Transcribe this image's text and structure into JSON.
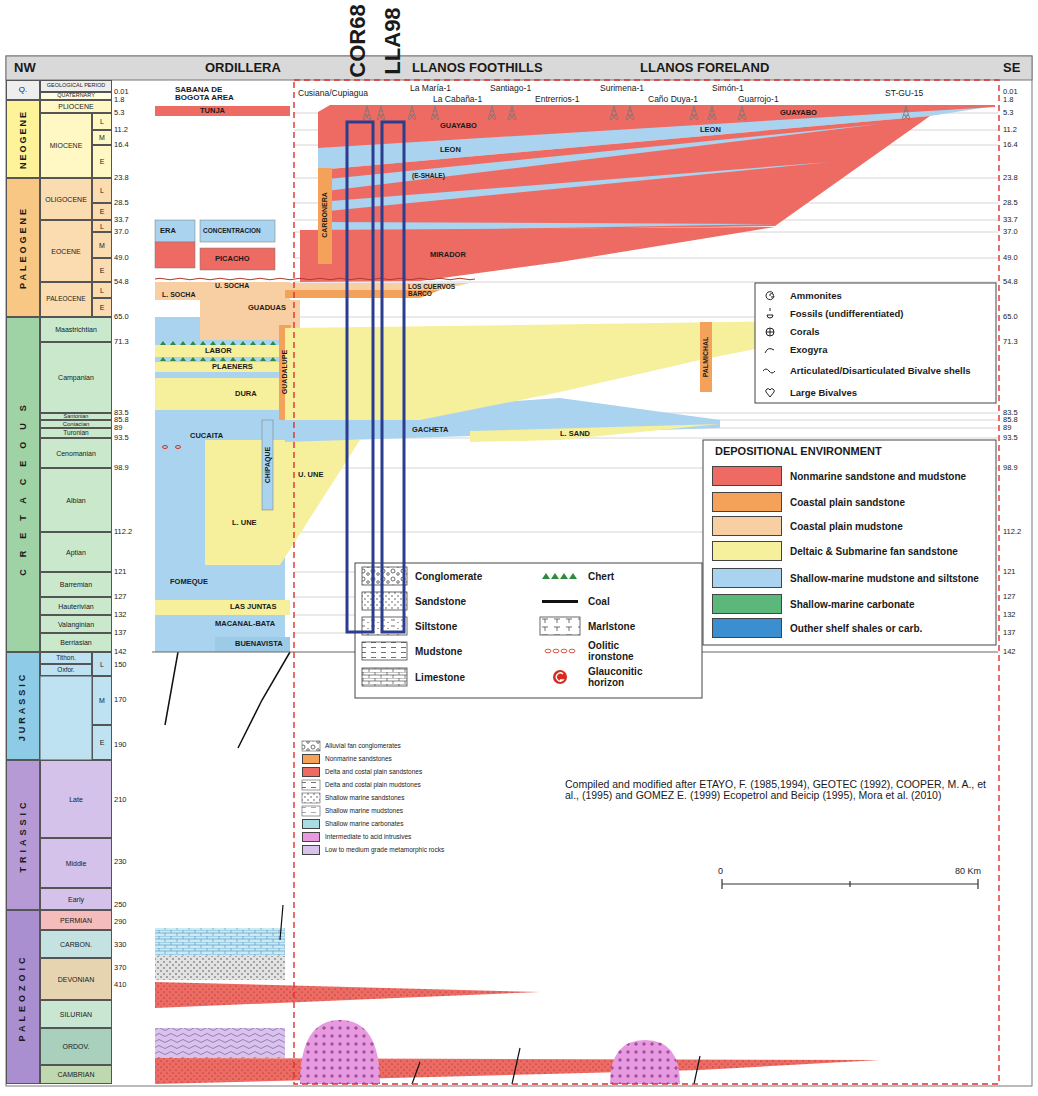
{
  "diagram": {
    "nodes": [
      {
        "text": [
          "Q."
        ]
      },
      {
        "text": [
          "GEOLOGICAL PERIOD"
        ]
      },
      {
        "text": [
          "QUATERNARY"
        ]
      },
      {
        "text": [
          "NEOGENE"
        ]
      },
      {
        "text": [
          "PLIOCENE"
        ]
      },
      {
        "text": [
          "MIOCENE"
        ]
      },
      {
        "text": [
          "L"
        ]
      },
      {
        "text": [
          "M"
        ]
      },
      {
        "text": [
          "E"
        ]
      },
      {
        "text": [
          "PALEOGENE"
        ]
      },
      {
        "text": [
          "OLIGOCENE"
        ]
      },
      {
        "text": [
          "L"
        ]
      },
      {
        "text": [
          "E"
        ]
      },
      {
        "text": [
          "EOCENE"
        ]
      },
      {
        "text": [
          "L"
        ]
      },
      {
        "text": [
          "M"
        ]
      },
      {
        "text": [
          "E"
        ]
      },
      {
        "text": [
          "PALEOCENE"
        ]
      },
      {
        "text": [
          "L"
        ]
      },
      {
        "text": [
          "E"
        ]
      },
      {
        "text": [
          "CRETACEOUS"
        ]
      },
      {
        "text": [
          "Maastrichtian"
        ]
      },
      {
        "text": [
          "Campanian"
        ]
      },
      {
        "text": [
          "Santonian"
        ]
      },
      {
        "text": [
          "Coniacian"
        ]
      },
      {
        "text": [
          "Turonian"
        ]
      },
      {
        "text": [
          "Cenomanian"
        ]
      },
      {
        "text": [
          "Albian"
        ]
      },
      {
        "text": [
          "Aptian"
        ]
      },
      {
        "text": [
          "Barremian"
        ]
      },
      {
        "text": [
          "Hauterivian"
        ]
      },
      {
        "text": [
          "Valanginian"
        ]
      },
      {
        "text": [
          "Berriasian"
        ]
      },
      {
        "text": [
          "JURASSIC"
        ]
      },
      {
        "text": [
          "Tithon."
        ]
      },
      {
        "text": [
          "Oxfor."
        ]
      },
      {
        "text": [
          "L"
        ]
      },
      {
        "text": [
          "M"
        ]
      },
      {
        "text": [
          "E"
        ]
      },
      {
        "text": [
          "TRIASSIC"
        ]
      },
      {
        "text": [
          "Late"
        ]
      },
      {
        "text": [
          "Middle"
        ]
      },
      {
        "text": [
          "Early"
        ]
      },
      {
        "text": [
          "PALEOZOIC"
        ]
      },
      {
        "text": [
          "PERMIAN"
        ]
      },
      {
        "text": [
          "CARBON."
        ]
      },
      {
        "text": [
          "DEVONIAN"
        ]
      },
      {
        "text": [
          "SILURIAN"
        ]
      },
      {
        "text": [
          "ORDOV."
        ]
      },
      {
        "text": [
          "CAMBRIAN"
        ]
      }
    ],
    "labels": [
      "COR68",
      "LLA98",
      "NW",
      "ORDILLERA",
      "LLANOS FOOTHILLS",
      "LLANOS FORELAND",
      "SE",
      "SABANA DE BOGOTA AREA",
      "Cusiana/Cupiagua",
      "La María-1",
      "La Cabaña-1",
      "Santiago-1",
      "Entrerrios-1",
      "Surimena-1",
      "Caño Duya-1",
      "Simón-1",
      "Guarrojo-1",
      "ST-GU-15",
      "0.01",
      "1.8",
      "5.3",
      "11.2",
      "16.4",
      "23.8",
      "28.5",
      "33.7",
      "37.0",
      "49.0",
      "54.8",
      "65.0",
      "71.3",
      "83.5",
      "85.8",
      "89",
      "93.5",
      "98.9",
      "112.2",
      "121",
      "127",
      "132",
      "137",
      "142",
      "150",
      "170",
      "190",
      "210",
      "230",
      "250",
      "290",
      "330",
      "370",
      "410",
      "0.01",
      "1.8",
      "5.3",
      "11.2",
      "16.4",
      "23.8",
      "28.5",
      "33.7",
      "37.0",
      "49.0",
      "54.8",
      "65.0",
      "71.3",
      "83.5",
      "85.8",
      "89",
      "93.5",
      "98.9",
      "112.2",
      "121",
      "127",
      "132",
      "137",
      "142",
      "TUNJA",
      "GUAYABO",
      "GUAYABO",
      "LEON",
      "LEON",
      "(E-SHALE)",
      "CARBONERA",
      "CONCENTRACION",
      "PICACHO",
      "ERA",
      "MIRADOR",
      "U. SOCHA",
      "L. SOCHA",
      "LOS CUERVOS",
      "BARCO",
      "GUADUAS",
      "LABOR",
      "PLAENERS",
      "DURA",
      "GUADALUPE",
      "PALMICHAL",
      "CUCAITA",
      "CHIPAQUE",
      "GACHETA",
      "L. SAND",
      "U. UNE",
      "L. UNE",
      "FOMEQUE",
      "LAS JUNTAS",
      "MACANAL-BATA",
      "BUENAVISTA",
      "DEPOSITIONAL ENVIRONMENT",
      "Compiled and modified after ETAYO, F. (1985,1994), GEOTEC (1992), COOPER, M. A., et al., (1995) and GOMEZ E. (1999) Ecopetrol and Beicip (1995), Mora et al. (2010)",
      "0",
      "80 Km"
    ],
    "legend": [
      {
        "text": "Ammonites"
      },
      {
        "text": "Fossils (undifferentiated)"
      },
      {
        "text": "Corals"
      },
      {
        "text": "Exogyra"
      },
      {
        "text": "Articulated/Disarticulated Bivalve shells"
      },
      {
        "text": "Large Bivalves"
      },
      {
        "text": "Nonmarine sandstone and mudstone",
        "color": "#ee6b63"
      },
      {
        "text": "Coastal plain sandstone",
        "color": "#f4a259"
      },
      {
        "text": "Coastal plain mudstone",
        "color": "#f7cfa2"
      },
      {
        "text": "Deltaic & Submarine fan sandstone",
        "color": "#f6ef9b"
      },
      {
        "text": "Shallow-marine mudstone and siltstone",
        "color": "#a9d3ef"
      },
      {
        "text": "Shallow-marine carbonate",
        "color": "#5cb87a"
      },
      {
        "text": "Outher shelf shales or carb.",
        "color": "#3b8ed0"
      },
      {
        "text": "Conglomerate"
      },
      {
        "text": "Sandstone"
      },
      {
        "text": "Siltstone"
      },
      {
        "text": "Mudstone"
      },
      {
        "text": "Limestone"
      },
      {
        "text": "Chert"
      },
      {
        "text": "Coal"
      },
      {
        "text": "Marlstone"
      },
      {
        "text": "Oolitic ironstone"
      },
      {
        "text": "Glauconitic horizon"
      },
      {
        "text": "Alluvial fan conglomerates"
      },
      {
        "text": "Nonmarine sandstones",
        "color": "#f4a259"
      },
      {
        "text": "Delta and costal plain sandstones",
        "color": "#ee6b63"
      },
      {
        "text": "Delta and costal plain mudstones"
      },
      {
        "text": "Shallow marine sandstones"
      },
      {
        "text": "Shallow marine mudstones"
      },
      {
        "text": "Shallow marine carbonates",
        "color": "#a9dde6"
      },
      {
        "text": "Intermediate to acid intrusives",
        "color": "#e89ae0"
      },
      {
        "text": "Low to medium grade metamorphic rocks",
        "color": "#d9c3ec"
      }
    ]
  }
}
